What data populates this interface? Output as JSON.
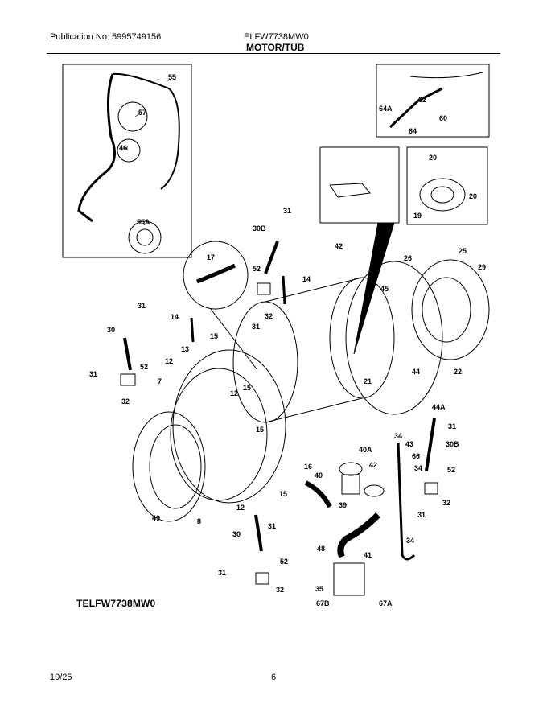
{
  "header": {
    "publication": "Publication No: 5995749156",
    "model": "ELFW7738MW0",
    "section": "MOTOR/TUB"
  },
  "footer": {
    "date": "10/25",
    "page": "6"
  },
  "model_tag": "TELFW7738MW0",
  "callouts": {
    "c55": "55",
    "c57": "57",
    "c46": "46",
    "c55A": "55A",
    "c62": "62",
    "c64A": "64A",
    "c60": "60",
    "c64": "64",
    "c20a": "20",
    "c20b": "20",
    "c19": "19",
    "c31a": "31",
    "c30Ba": "30B",
    "c42a": "42",
    "c25": "25",
    "c26": "26",
    "c29": "29",
    "c17": "17",
    "c52a": "52",
    "c14a": "14",
    "c32a": "32",
    "c31b": "31",
    "c45": "45",
    "c31c": "31",
    "c14b": "14",
    "c30a": "30",
    "c15a": "15",
    "c12a": "12",
    "c13": "13",
    "c52b": "52",
    "c31d": "31",
    "c32b": "32",
    "c7": "7",
    "c15b": "15",
    "c12b": "12",
    "c21": "21",
    "c44": "44",
    "c22": "22",
    "c44A": "44A",
    "c31e": "31",
    "c15c": "15",
    "c34a": "34",
    "c43": "43",
    "c30Bb": "30B",
    "c40A": "40A",
    "c66": "66",
    "c42b": "42",
    "c34b": "34",
    "c52c": "52",
    "c16": "16",
    "c40": "40",
    "c15d": "15",
    "c12c": "12",
    "c39": "39",
    "c32c": "32",
    "c31f": "31",
    "c49": "49",
    "c8": "8",
    "c31g": "31",
    "c30b": "30",
    "c34c": "34",
    "c48": "48",
    "c41": "41",
    "c52d": "52",
    "c31h": "31",
    "c32d": "32",
    "c35": "35",
    "c67B": "67B",
    "c67A": "67A"
  }
}
